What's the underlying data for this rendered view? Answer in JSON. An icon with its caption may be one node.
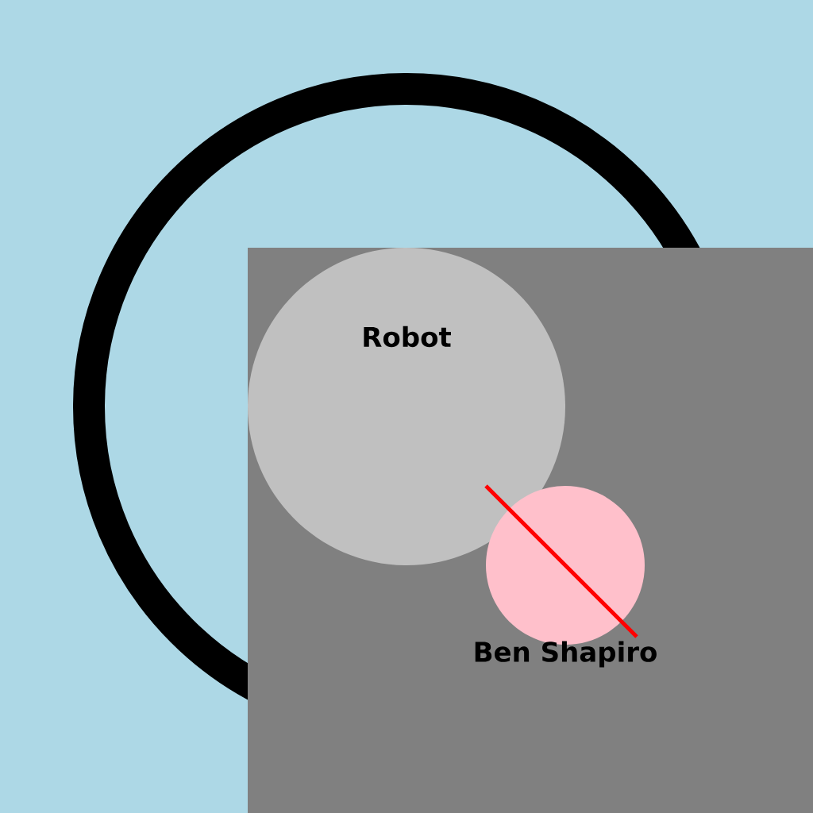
{
  "diagram": {
    "nodes": [
      {
        "text": [],
        "shape": "box"
      },
      {
        "text": [
          "Robot"
        ],
        "in": 0
      },
      {
        "text": [
          "Ben Shapiro"
        ],
        "in": 0
      }
    ]
  }
}
